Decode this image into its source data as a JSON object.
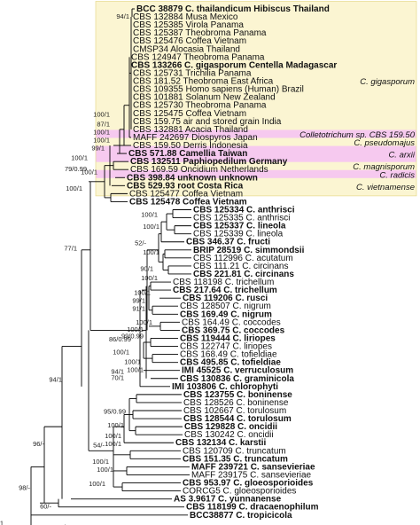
{
  "clade_boxes": [
    {
      "name": "C. gigasporum",
      "top_row": 0,
      "bottom_row": 15,
      "color": "#fbf5d2",
      "label": "C. gigasporum"
    },
    {
      "name": "Colletotrichum sp. CBS 159.50",
      "top_row": 16,
      "bottom_row": 16,
      "color": "#f6c9ef",
      "label": "Colletotrichum sp. CBS 159.50"
    },
    {
      "name": "C. pseudomajus",
      "top_row": 17,
      "bottom_row": 17,
      "color": "#fbf5d2",
      "label": "C. pseudomajus"
    },
    {
      "name": "C. arxii",
      "top_row": 18,
      "bottom_row": 19,
      "color": "#f6c9ef",
      "label": "C. arxii"
    },
    {
      "name": "C. magnisporum",
      "top_row": 20,
      "bottom_row": 20,
      "color": "#fbf5d2",
      "label": "C. magnisporum"
    },
    {
      "name": "C. radicis",
      "top_row": 21,
      "bottom_row": 21,
      "color": "#f6c9ef",
      "label": "C. radicis"
    },
    {
      "name": "C. vietnamense",
      "top_row": 22,
      "bottom_row": 23,
      "color": "#fbf5d2",
      "label": "C. vietnamense"
    }
  ],
  "taxa": [
    {
      "code": "BCC 38879",
      "rest": "C. thailandicum Hibiscus Thailand",
      "bold": true
    },
    {
      "code": "CBS 132884",
      "rest": "Musa Mexico",
      "bold": false
    },
    {
      "code": "CBS 125385",
      "rest": "Virola Panama",
      "bold": false
    },
    {
      "code": "CBS 125387",
      "rest": "Theobroma Panama",
      "bold": false
    },
    {
      "code": "CBS 125476",
      "rest": "Coffea Vietnam",
      "bold": false
    },
    {
      "code": "CMSP34",
      "rest": "Alocasia Thailand",
      "bold": false
    },
    {
      "code": "CBS 124947",
      "rest": "Theobroma Panama",
      "bold": false
    },
    {
      "code": "CBS 133266",
      "rest": "C. gigasporum Centella Madagascar",
      "bold": true
    },
    {
      "code": "CBS 125731",
      "rest": "Trichilia Panama",
      "bold": false
    },
    {
      "code": "CBS 181.52",
      "rest": "Theobroma East Africa",
      "bold": false
    },
    {
      "code": "CBS 109355",
      "rest": "Homo sapiens (Human) Brazil",
      "bold": false
    },
    {
      "code": "CBS 101881",
      "rest": "Solanum New Zealand",
      "bold": false
    },
    {
      "code": "CBS 125730",
      "rest": "Theobroma Panama",
      "bold": false
    },
    {
      "code": "CBS 125475",
      "rest": "Coffea Vietnam",
      "bold": false
    },
    {
      "code": "CBS 159.75",
      "rest": "air and stored grain India",
      "bold": false
    },
    {
      "code": "CBS 132881",
      "rest": "Acacia Thailand",
      "bold": false
    },
    {
      "code": "MAFF 242697",
      "rest": "Diospyros Japan",
      "bold": false
    },
    {
      "code": "CBS 159.50",
      "rest": "Derris Indonesia",
      "bold": false
    },
    {
      "code": "CBS 571.88",
      "rest": "Camellia Taiwan",
      "bold": true
    },
    {
      "code": "CBS 132511",
      "rest": "Paphiopedilum Germany",
      "bold": true
    },
    {
      "code": "CBS 169.59",
      "rest": "Oncidium Netherlands",
      "bold": false
    },
    {
      "code": "CBS 398.84",
      "rest": "unknown unknown",
      "bold": true
    },
    {
      "code": "CBS 529.93",
      "rest": "root Costa Rica",
      "bold": true
    },
    {
      "code": "CBS 125477",
      "rest": "Coffea Vietnam",
      "bold": false
    },
    {
      "code": "CBS 125478",
      "rest": "Coffea Vietnam",
      "bold": true
    },
    {
      "code": "CBS 125334",
      "rest": "C. anthrisci",
      "bold": true
    },
    {
      "code": "CBS 125335",
      "rest": "C. anthrisci",
      "bold": false
    },
    {
      "code": "CBS 125337",
      "rest": "C. lineola",
      "bold": true
    },
    {
      "code": "CBS 125339",
      "rest": "C. lineola",
      "bold": false
    },
    {
      "code": "CBS 346.37",
      "rest": "C. fructi",
      "bold": true
    },
    {
      "code": "BRIP 28519",
      "rest": "C. simmondsii",
      "bold": true
    },
    {
      "code": "CBS 112996",
      "rest": "C. acutatum",
      "bold": false
    },
    {
      "code": "CBS 111.21",
      "rest": "C. circinans",
      "bold": false
    },
    {
      "code": "CBS 221.81",
      "rest": "C. circinans",
      "bold": true
    },
    {
      "code": "CBS 118198",
      "rest": "C. trichellum",
      "bold": false
    },
    {
      "code": "CBS 217.64",
      "rest": "C. trichellum",
      "bold": true
    },
    {
      "code": "CBS 119206",
      "rest": "C. rusci",
      "bold": true
    },
    {
      "code": "CBS 128507",
      "rest": "C. nigrum",
      "bold": false
    },
    {
      "code": "CBS 169.49",
      "rest": "C. nigrum",
      "bold": true
    },
    {
      "code": "CBS 164.49",
      "rest": "C. coccodes",
      "bold": false
    },
    {
      "code": "CBS 369.75",
      "rest": "C. coccodes",
      "bold": true
    },
    {
      "code": "CBS 119444",
      "rest": "C. liriopes",
      "bold": true
    },
    {
      "code": "CBS 122747",
      "rest": "C. liriopes",
      "bold": false
    },
    {
      "code": "CBS 168.49",
      "rest": "C. tofieldiae",
      "bold": false
    },
    {
      "code": "CBS 495.85",
      "rest": "C. tofieldiae",
      "bold": true
    },
    {
      "code": "IMI 45525",
      "rest": "C. verruculosum",
      "bold": true
    },
    {
      "code": "CBS 130836",
      "rest": "C. graminicola",
      "bold": true
    },
    {
      "code": "IMI 103806",
      "rest": "C. chlorophyti",
      "bold": true
    },
    {
      "code": "CBS 123755",
      "rest": "C. boninense",
      "bold": true
    },
    {
      "code": "CBS 128526",
      "rest": "C. boninense",
      "bold": false
    },
    {
      "code": "CBS 102667",
      "rest": "C. torulosum",
      "bold": false
    },
    {
      "code": "CBS 128544",
      "rest": "C. torulosum",
      "bold": true
    },
    {
      "code": "CBS 129828",
      "rest": "C. oncidii",
      "bold": true
    },
    {
      "code": "CBS 130242",
      "rest": "C. oncidii",
      "bold": false
    },
    {
      "code": "CBS 132134",
      "rest": "C. karstii",
      "bold": true
    },
    {
      "code": "CBS 120709",
      "rest": "C. truncatum",
      "bold": false
    },
    {
      "code": "CBS 151.35",
      "rest": "C. truncatum",
      "bold": true
    },
    {
      "code": "MAFF 239721",
      "rest": "C. sansevieriae",
      "bold": true
    },
    {
      "code": "MAFF 239175",
      "rest": "C. sansevieriae",
      "bold": false
    },
    {
      "code": "CBS 953.97",
      "rest": "C. gloeosporioides",
      "bold": true
    },
    {
      "code": "CORCG5",
      "rest": "C. gloeosporioides",
      "bold": false
    },
    {
      "code": "AS 3.9617",
      "rest": "C. yunnanense",
      "bold": true
    },
    {
      "code": "CBS 118199",
      "rest": "C. dracaenophilum",
      "bold": true
    },
    {
      "code": "BCC38877",
      "rest": "C. tropicicola",
      "bold": true
    }
  ],
  "support_values": [
    "94/1",
    "100/1",
    "87/1",
    "100/1",
    "100/1",
    "99/1",
    "100/1",
    "79/0.99",
    "100/1",
    "100/1",
    "100/1",
    "100/1",
    "52/-",
    "100/1",
    "90/1",
    "100/1",
    "100/1",
    "77/1",
    "99/1",
    "91/1",
    "100/1",
    "100/1",
    "99/0.99",
    "86/0.99",
    "100/1",
    "100/1",
    "100/1",
    "94/1",
    "70/1",
    "94/1",
    "95/0.99",
    "100/1",
    "100/1",
    "100/1",
    "54/-",
    "100/1",
    "96/-",
    "100/1",
    "100/1",
    "98/-",
    "60/-",
    "100/1",
    "100/1"
  ]
}
